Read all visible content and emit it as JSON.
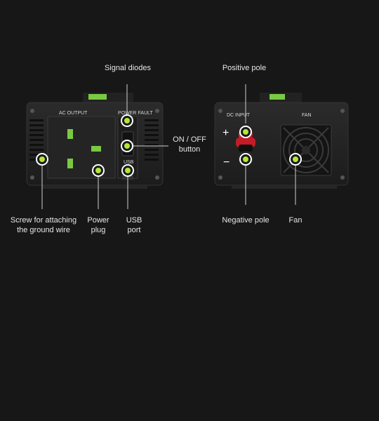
{
  "labels": {
    "signal_diodes": "Signal diodes",
    "positive_pole": "Positive pole",
    "on_off": [
      "ON / OFF",
      "button"
    ],
    "screw": [
      "Screw for attaching",
      "the ground wire"
    ],
    "power_plug": [
      "Power",
      "plug"
    ],
    "usb_port": [
      "USB",
      "port"
    ],
    "negative_pole": "Negative pole",
    "fan": "Fan"
  },
  "device_text": {
    "ac_output": "AC OUTPUT",
    "power_fault": "POWER FAULT",
    "usb": "USB",
    "dc_input": "DC INPUT",
    "fan": "FAN",
    "plus": "+",
    "minus": "−"
  },
  "colors": {
    "background": "#171717",
    "marker": "#b4e638",
    "accent_green": "#7ac943",
    "terminal_red": "#d5202e"
  }
}
